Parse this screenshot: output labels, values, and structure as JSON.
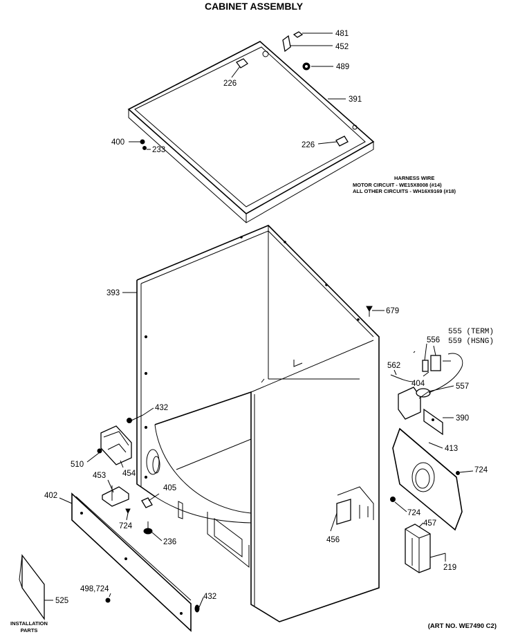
{
  "title": "CABINET ASSEMBLY",
  "harness_note": {
    "line1": "HARNESS WIRE",
    "line2": "MOTOR CIRCUIT - WE15X8008 (#14)",
    "line3": "ALL OTHER CIRCUITS - WH16X9169 (#18)"
  },
  "art_number": "(ART NO. WE7490 C2)",
  "callouts": {
    "p481": "481",
    "p452": "452",
    "p489": "489",
    "p226a": "226",
    "p391": "391",
    "p400": "400",
    "p233": "233",
    "p226b": "226",
    "p393": "393",
    "p679": "679",
    "p555": "555 (TERM)",
    "p559": "559 (HSNG)",
    "p556": "556",
    "p562": "562",
    "p404": "404",
    "p557": "557",
    "p390": "390",
    "p413": "413",
    "p724a": "724",
    "p724b": "724",
    "p457": "457",
    "p219": "219",
    "p456": "456",
    "p432a": "432",
    "p510": "510",
    "p454": "454",
    "p453": "453",
    "p402": "402",
    "p405": "405",
    "p724c": "724",
    "p236": "236",
    "p525": "525",
    "p498": "498,724",
    "p432b": "432"
  },
  "installation_label": {
    "line1": "INSTALLATION",
    "line2": "PARTS"
  }
}
